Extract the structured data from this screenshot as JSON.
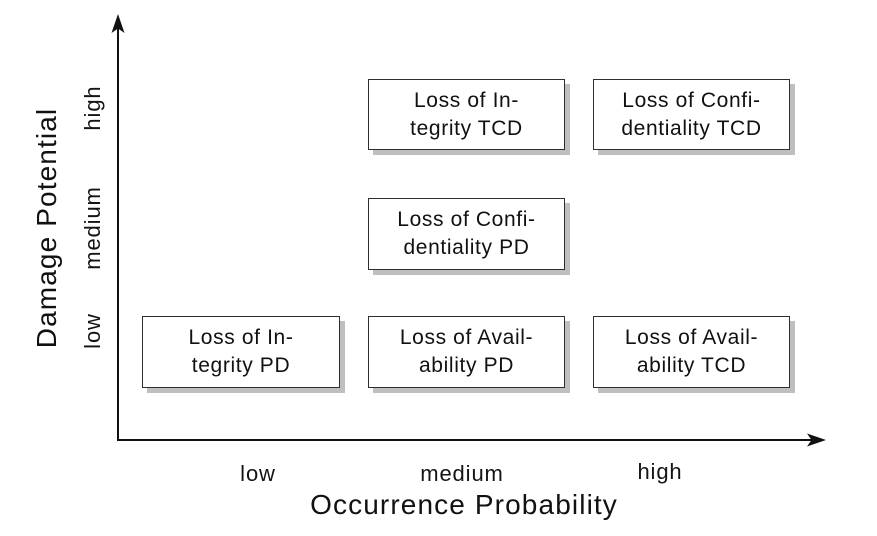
{
  "figure": {
    "x_axis": {
      "title": "Occurrence Probability",
      "ticks": [
        "low",
        "medium",
        "high"
      ]
    },
    "y_axis": {
      "title": "Damage Potential",
      "ticks": [
        "low",
        "medium",
        "high"
      ]
    }
  },
  "nodes": [
    {
      "line1": "Loss of In-",
      "line2": "tegrity TCD",
      "x": "medium",
      "y": "high"
    },
    {
      "line1": "Loss of Confi-",
      "line2": "dentiality TCD",
      "x": "high",
      "y": "high"
    },
    {
      "line1": "Loss of Confi-",
      "line2": "dentiality PD",
      "x": "medium",
      "y": "medium"
    },
    {
      "line1": "Loss of In-",
      "line2": "tegrity PD",
      "x": "low",
      "y": "low"
    },
    {
      "line1": "Loss of Avail-",
      "line2": "ability PD",
      "x": "medium",
      "y": "low"
    },
    {
      "line1": "Loss of Avail-",
      "line2": "ability TCD",
      "x": "high",
      "y": "low"
    }
  ],
  "colors": {
    "ink": "#111111",
    "box_fill": "#ffffff",
    "box_border": "#2e2e2e",
    "box_shadow": "#bfbfbf"
  },
  "chart_data": {
    "type": "scatter",
    "title": "",
    "xlabel": "Occurrence Probability",
    "ylabel": "Damage Potential",
    "x_categories": [
      "low",
      "medium",
      "high"
    ],
    "y_categories": [
      "low",
      "medium",
      "high"
    ],
    "points": [
      {
        "label": "Loss of Integrity TCD",
        "x": "medium",
        "y": "high"
      },
      {
        "label": "Loss of Confidentiality TCD",
        "x": "high",
        "y": "high"
      },
      {
        "label": "Loss of Confidentiality PD",
        "x": "medium",
        "y": "medium"
      },
      {
        "label": "Loss of Integrity PD",
        "x": "low",
        "y": "low"
      },
      {
        "label": "Loss of Availability PD",
        "x": "medium",
        "y": "low"
      },
      {
        "label": "Loss of Availability TCD",
        "x": "high",
        "y": "low"
      }
    ],
    "grid": false,
    "legend": false
  }
}
